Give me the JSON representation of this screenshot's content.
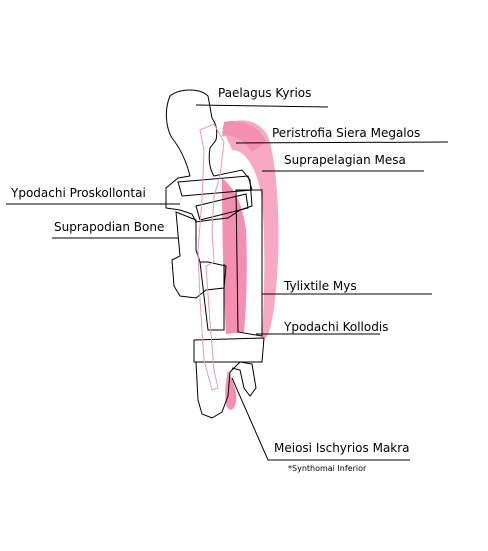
{
  "labels": {
    "paelagus_kyrios": "Paelagus Kyrios",
    "peristrofia_siera_megalos": "Peristrofia Siera Megalos",
    "suprapelagian_mesa": "Suprapelagian Mesa",
    "ypodachi_proskollontai": "Ypodachi Proskollontai",
    "suprapodian_bone": "Suprapodian Bone",
    "tylixtile_mys": "Tylixtile Mys",
    "ypodachi_kollodis": "Ypodachi Kollodis",
    "meiosi_ischyrios_makra": "Meiosi Ischyrios Makra"
  },
  "footnote": "*Synthomai Inferior",
  "colors": {
    "muscle_pink": "#f48fb1",
    "muscle_light": "#f9bfd3",
    "outline": "#000000",
    "bone_outline": "#e89ab6"
  }
}
